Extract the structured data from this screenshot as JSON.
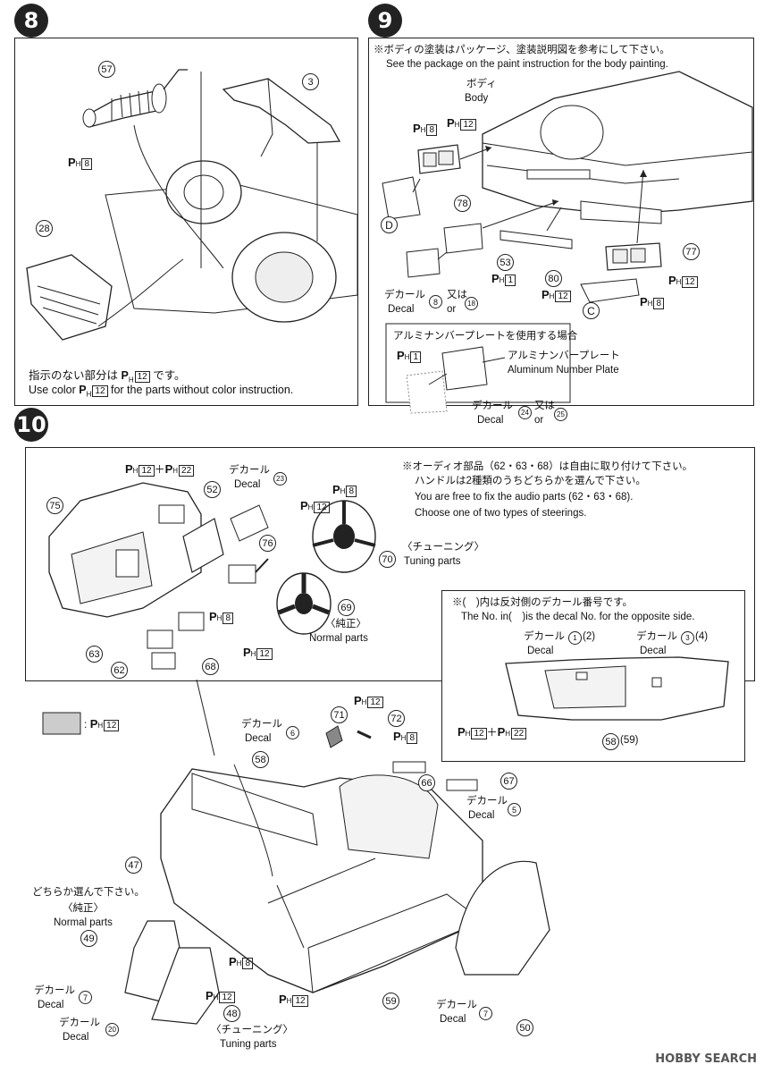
{
  "steps": {
    "s8": "8",
    "s9": "9",
    "s10": "10"
  },
  "step8": {
    "part_muffler": "57",
    "part_frame": "3",
    "part_tank": "28",
    "muffler_paint_code": "8",
    "note_jp_pre": "指示のない部分は",
    "note_jp_code": "12",
    "note_jp_post": "です。",
    "note_en_pre": "Use color",
    "note_en_code": "12",
    "note_en_post": "for the parts without color instruction."
  },
  "step9": {
    "note_jp": "※ボディの塗装はパッケージ、塗装説明図を参考にして下さい。",
    "note_en": "See the package on the paint instruction for the body painting.",
    "body_jp": "ボディ",
    "body_en": "Body",
    "left_light_codes": [
      "8",
      "12"
    ],
    "part_78": "78",
    "letter_d": "D",
    "part_53": "53",
    "part_53_code": "1",
    "decal_jp": "デカール",
    "decal_en": "Decal",
    "decal_num_a": "8",
    "or_jp": "又は",
    "or_en": "or",
    "decal_num_b": "18",
    "part_80": "80",
    "part_80_code": "12",
    "part_77": "77",
    "part_77_code": "12",
    "lens_code": "8",
    "letter_c": "C",
    "plate_title": "アルミナンバープレートを使用する場合",
    "plate_code": "1",
    "plate_jp": "アルミナンバープレート",
    "plate_en": "Aluminum Number Plate",
    "plate_decal_jp": "デカール",
    "plate_decal_en": "Decal",
    "plate_num_a": "24",
    "plate_or_jp": "又は",
    "plate_or_en": "or",
    "plate_num_b": "25"
  },
  "step10": {
    "dash_codes": [
      "12",
      "22"
    ],
    "part_75": "75",
    "part_52": "52",
    "decal_jp": "デカール",
    "decal_en": "Decal",
    "decal_23": "23",
    "part_76": "76",
    "wheel_tuning_code_a": "8",
    "wheel_tuning_code_b": "12",
    "part_70": "70",
    "tuning_jp": "〈チューニング〉",
    "tuning_en": "Tuning parts",
    "part_69": "69",
    "normal_jp": "〈純正〉",
    "normal_en": "Normal parts",
    "part_63": "63",
    "part_62": "62",
    "part_68": "68",
    "code_8": "8",
    "code_12": "12",
    "audio_jp1": "※オーディオ部品（62・63・68）は自由に取り付けて下さい。",
    "audio_jp2": "ハンドルは2種類のうちどちらかを選んで下さい。",
    "audio_en1": "You are free to fix the audio parts (62・63・68).",
    "audio_en2": "Choose one of two types of steerings.",
    "opp_jp": "※(　)内は反対側のデカール番号です。",
    "opp_en": "The No. in(　)is the decal No. for the opposite side.",
    "door_decal_a": "1",
    "door_decal_a_opp": "(2)",
    "door_decal_b": "3",
    "door_decal_b_opp": "(4)",
    "door_codes": [
      "12",
      "22"
    ],
    "part_58": "58",
    "part_58_opp": "(59)",
    "legend_code": "12",
    "legend_colon": ":",
    "part_71": "71",
    "part_72": "72",
    "shift_code": "12",
    "lever_code": "8",
    "decal_6": "6",
    "part_58b": "58",
    "part_66": "66",
    "part_67": "67",
    "decal_5": "5",
    "part_47": "47",
    "choose_jp": "どちらか選んで下さい。",
    "seat_normal_jp": "〈純正〉",
    "seat_normal_en": "Normal parts",
    "part_49": "49",
    "decal_7": "7",
    "decal_20": "20",
    "seat_code": "12",
    "part_48": "48",
    "seat_tuning_jp": "〈チューニング〉",
    "seat_tuning_en": "Tuning parts",
    "floor_code_8": "8",
    "floor_code_12": "12",
    "part_59": "59",
    "decal_7b": "7",
    "part_50": "50"
  },
  "watermark": "HOBBY SEARCH"
}
